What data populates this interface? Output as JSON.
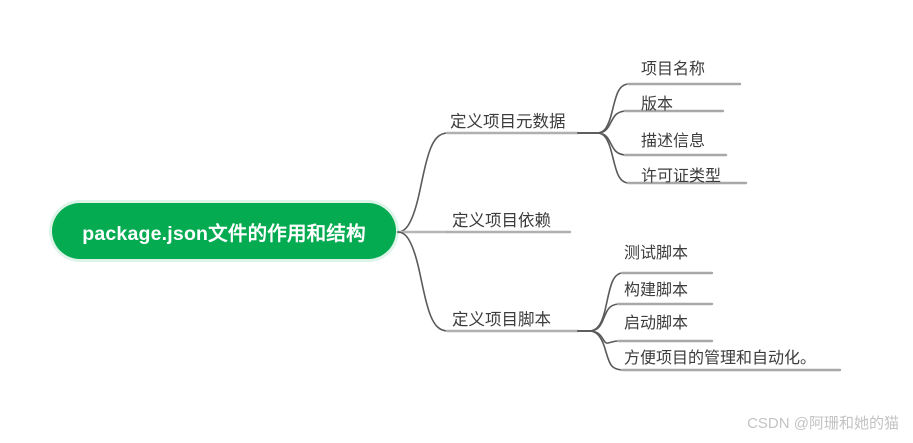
{
  "diagram": {
    "type": "mind-map",
    "background_color": "#ffffff",
    "root": {
      "label": "package.json文件的作用和结构",
      "fill_color": "#04ab51",
      "text_color": "#ffffff"
    },
    "connector_color": "#8a8a8a",
    "text_color": "#3c3c3c",
    "branches": [
      {
        "label": "定义项目元数据",
        "children": [
          {
            "label": "项目名称"
          },
          {
            "label": "版本"
          },
          {
            "label": "描述信息"
          },
          {
            "label": "许可证类型"
          }
        ]
      },
      {
        "label": "定义项目依赖",
        "children": []
      },
      {
        "label": "定义项目脚本",
        "children": [
          {
            "label": "测试脚本"
          },
          {
            "label": "构建脚本"
          },
          {
            "label": "启动脚本"
          },
          {
            "label": "方便项目的管理和自动化。"
          }
        ]
      }
    ]
  },
  "watermark": {
    "text": "CSDN @阿珊和她的猫"
  }
}
